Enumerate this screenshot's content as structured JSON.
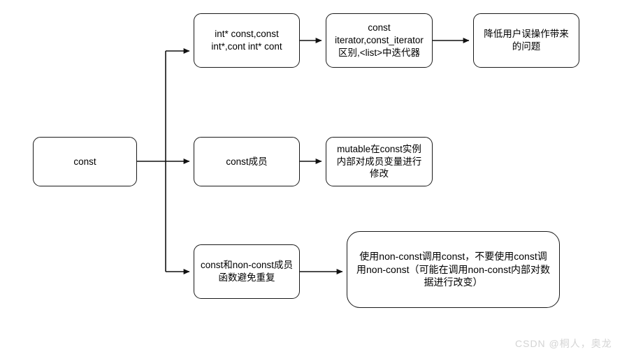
{
  "diagram": {
    "title": "const",
    "background": "#ffffff",
    "stroke_color": "#1a1a1a",
    "text_color": "#000000",
    "nodes": {
      "root": "const",
      "pointer": "int* const,const\nint*,cont int* cont",
      "iterator": "const\niterator,const_iterator\n区别,<list>中迭代器",
      "reduce": "降低用户误操作带来\n的问题",
      "member": "const成员",
      "mutable": "mutable在const实例\n内部对成员变量进行\n修改",
      "dup": "const和non-const成员\n函数避免重复",
      "callrule": "使用non-const调用const，不要使用const调\n用non-const（可能在调用non-const内部对数\n据进行改变）"
    },
    "edges": [
      {
        "from": "root",
        "to": "pointer"
      },
      {
        "from": "pointer",
        "to": "iterator"
      },
      {
        "from": "iterator",
        "to": "reduce"
      },
      {
        "from": "root",
        "to": "member"
      },
      {
        "from": "member",
        "to": "mutable"
      },
      {
        "from": "root",
        "to": "dup"
      },
      {
        "from": "dup",
        "to": "callrule"
      }
    ]
  },
  "watermark": {
    "text": "CSDN @桐人，奥龙",
    "color": "#d4d4d4"
  }
}
